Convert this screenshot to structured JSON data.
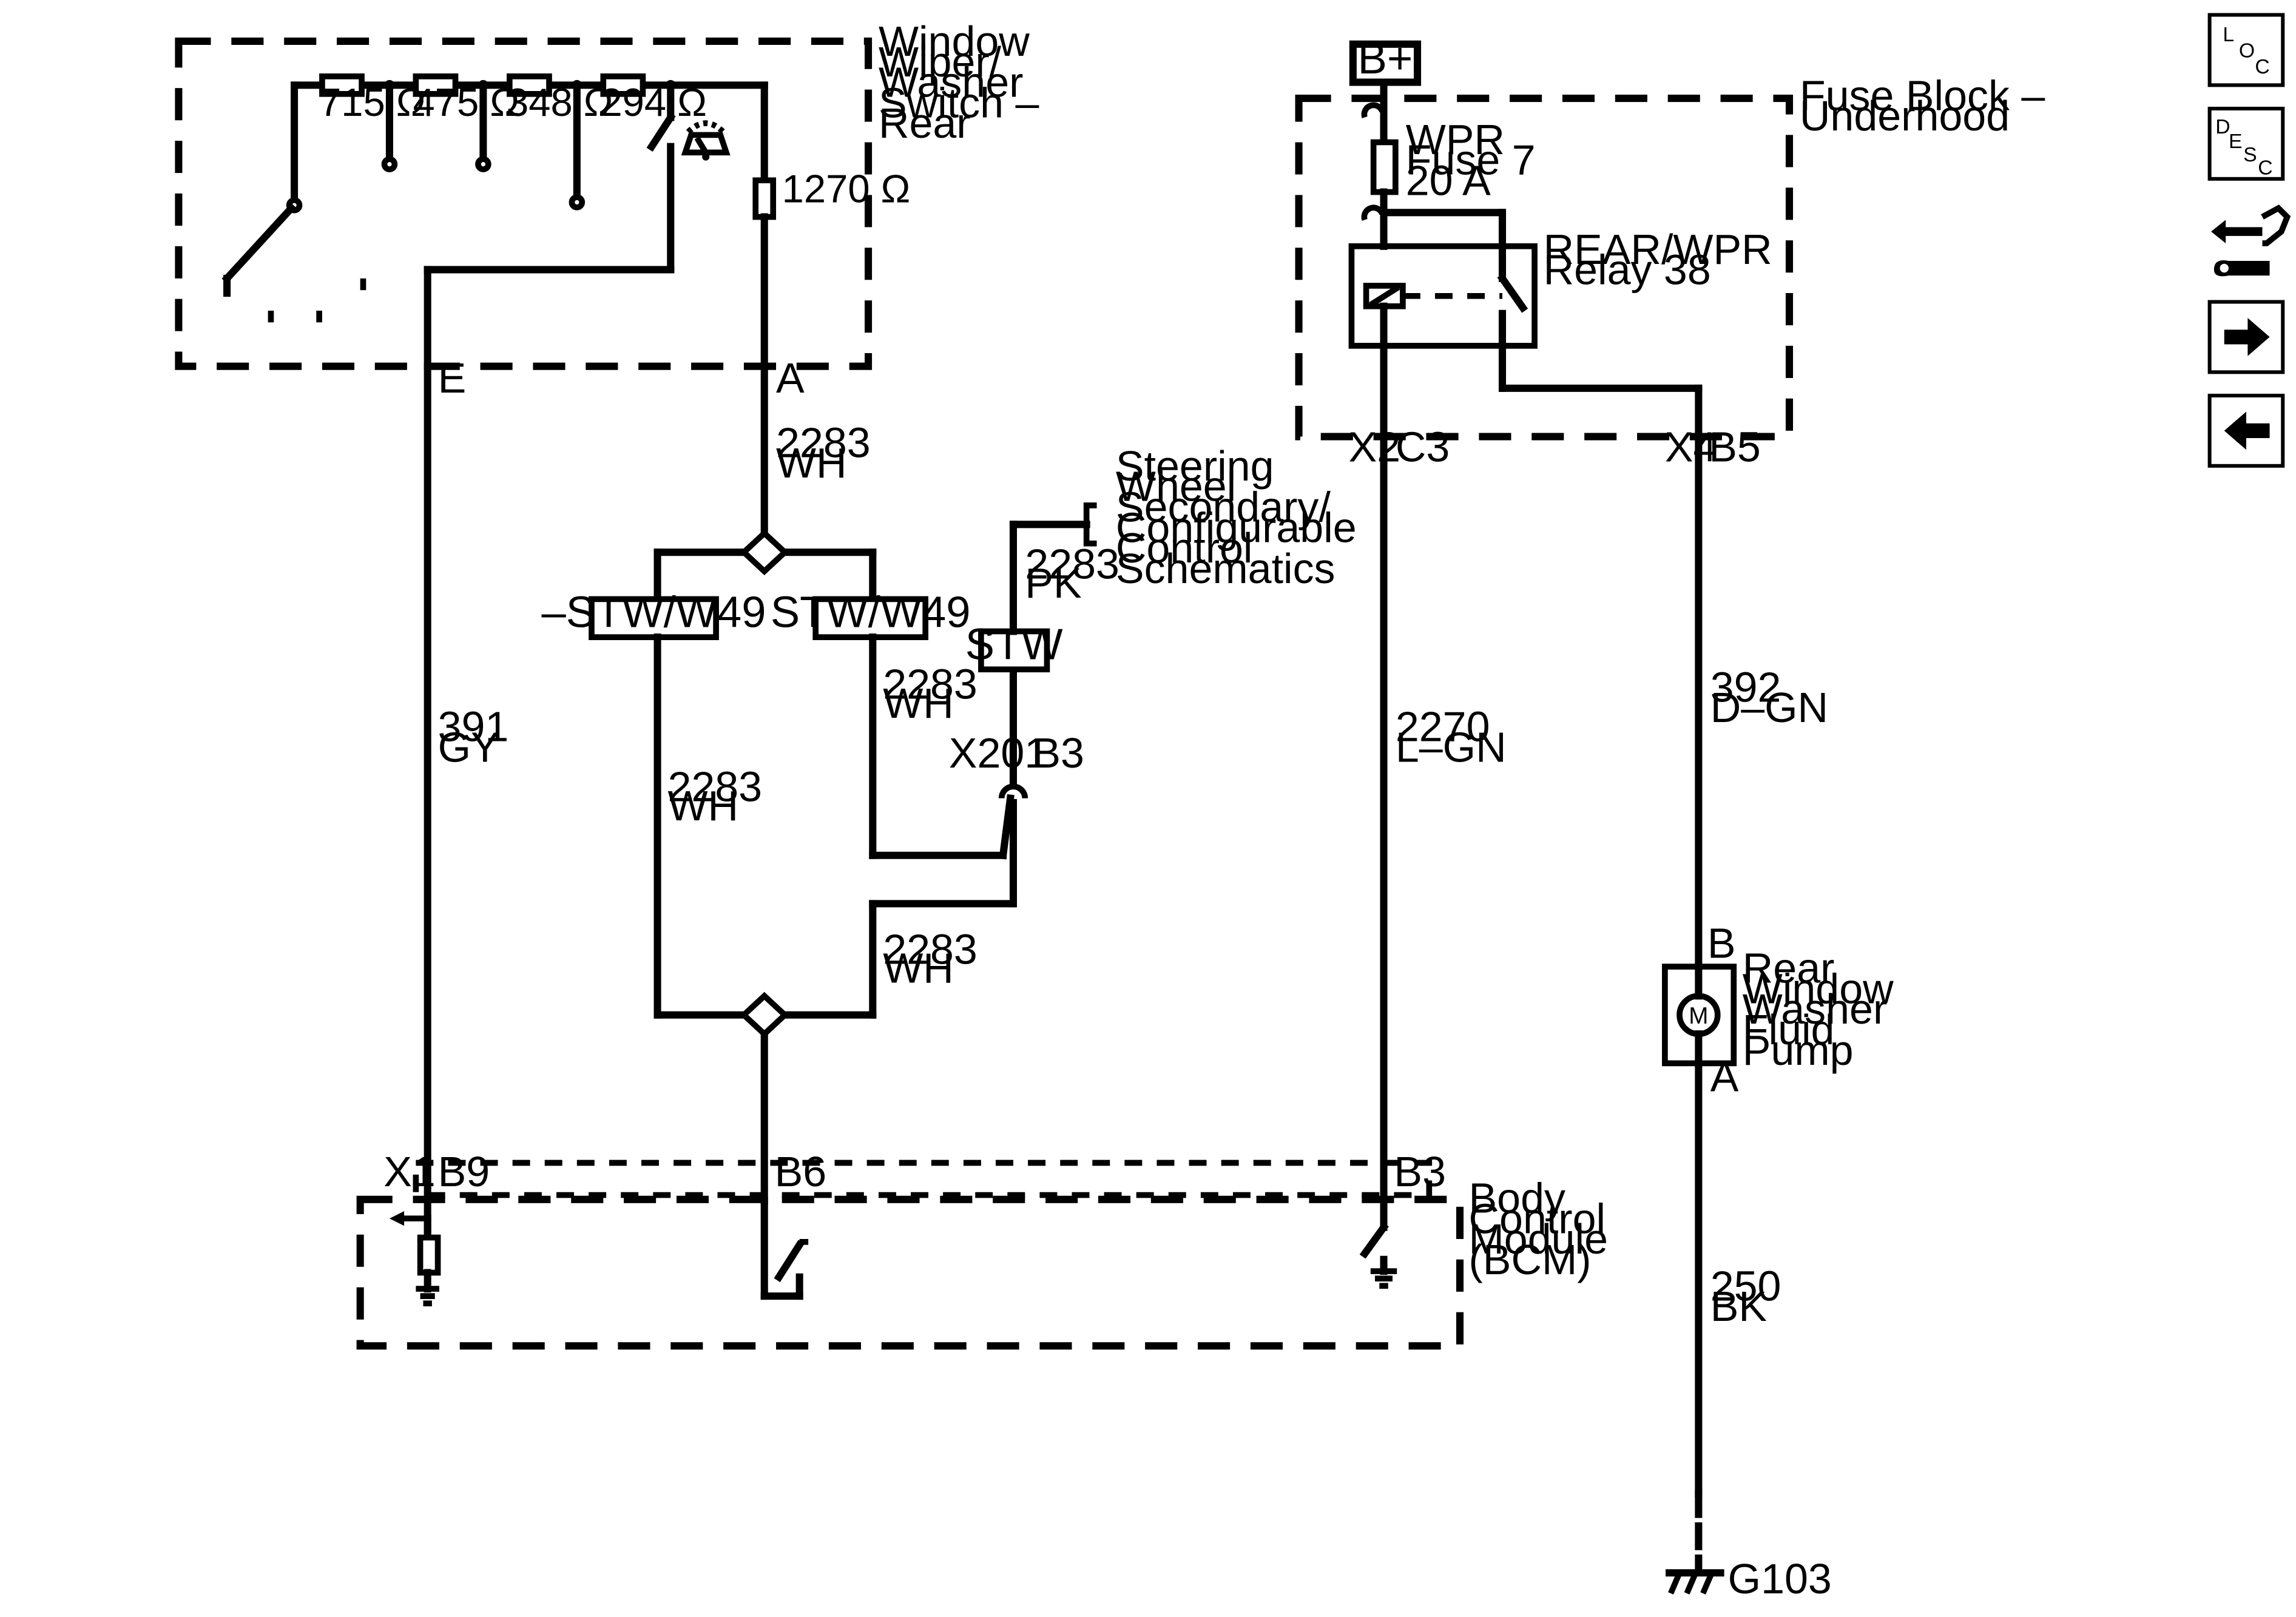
{
  "components": {
    "wiper_switch": {
      "name_lines": [
        "Window",
        "Wiper/",
        "Washer",
        "Switch –",
        "Rear"
      ],
      "pin_e": "E",
      "pin_a": "A"
    },
    "resistors": [
      "715 Ω",
      "475 Ω",
      "348 Ω",
      "294 Ω",
      "1270 Ω"
    ],
    "fuse_block": {
      "name_lines": [
        "Fuse Block –",
        "Underhood"
      ],
      "battery": "B+",
      "x2": "X2",
      "c3": "C3",
      "x4": "X4",
      "b5": "B5"
    },
    "fuse": {
      "lines": [
        "WPR",
        "Fuse 7",
        "20 A"
      ]
    },
    "relay": {
      "lines": [
        "REAR/WPR",
        "Relay 38"
      ]
    },
    "options": {
      "left": "–STW/W49",
      "right": "STW/W49",
      "stw": "STW"
    },
    "steering_ref": {
      "lines": [
        "Steering",
        "Wheel",
        "Secondary/",
        "Configurable",
        "Control",
        "Schematics"
      ]
    },
    "connector_x201": {
      "name": "X201",
      "pin": "B3"
    },
    "bcm": {
      "name_lines": [
        "Body",
        "Control",
        "Module",
        "(BCM)"
      ],
      "x1": "X1",
      "b9": "B9",
      "b6": "B6",
      "b3": "B3"
    },
    "pump": {
      "name_lines": [
        "Rear",
        "Window",
        "Washer",
        "Fluid",
        "Pump"
      ],
      "pin_b": "B",
      "pin_a": "A",
      "symbol": "M"
    },
    "ground": {
      "name": "G103"
    }
  },
  "wires": {
    "w2283_top": {
      "circuit": "2283",
      "color": "WH"
    },
    "w2283_pk": {
      "circuit": "2283",
      "color": "PK"
    },
    "w2283_right": {
      "circuit": "2283",
      "color": "WH"
    },
    "w2283_left": {
      "circuit": "2283",
      "color": "WH"
    },
    "w2283_bottom": {
      "circuit": "2283",
      "color": "WH"
    },
    "w391": {
      "circuit": "391",
      "color": "GY"
    },
    "w2270": {
      "circuit": "2270",
      "color": "L–GN"
    },
    "w392": {
      "circuit": "392",
      "color": "D–GN"
    },
    "w250": {
      "circuit": "250",
      "color": "BK"
    }
  },
  "nav": {
    "loc": [
      "L",
      "O",
      "C"
    ],
    "desc": [
      "D",
      "E",
      "S",
      "C"
    ],
    "icons": [
      "component-view-icon",
      "next-page-arrow-icon",
      "previous-page-arrow-icon"
    ]
  }
}
